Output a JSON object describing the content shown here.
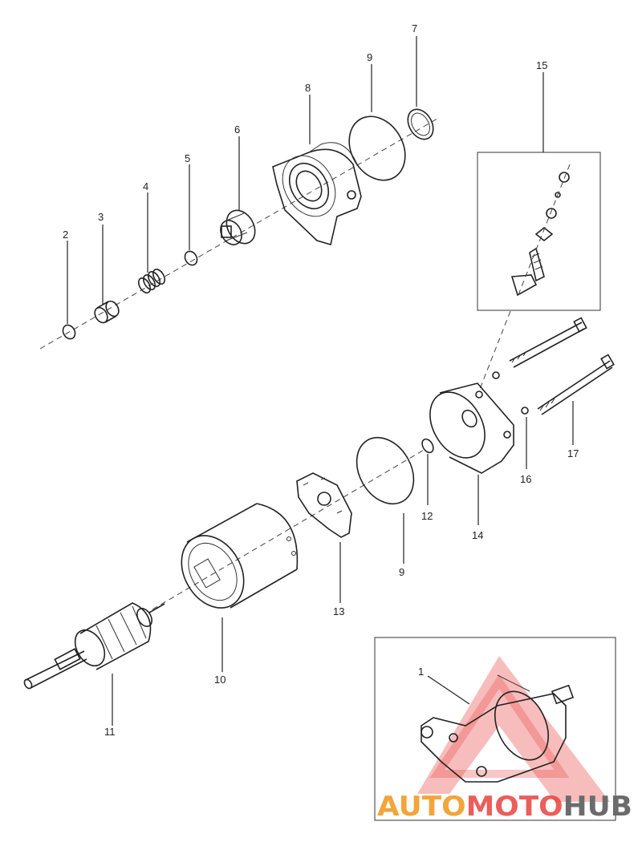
{
  "callouts": {
    "c1": "1",
    "c2": "2",
    "c3": "3",
    "c4": "4",
    "c5": "5",
    "c6": "6",
    "c7a": "7",
    "c8": "8",
    "c9a": "9",
    "c9b": "9",
    "c10": "10",
    "c11": "11",
    "c12": "12",
    "c13": "13",
    "c14": "14",
    "c15": "15",
    "c16": "16",
    "c17": "17"
  },
  "watermark": {
    "part1": "AUTO",
    "part2": "MOTO",
    "part3": "HUB"
  },
  "colors": {
    "line": "#222222",
    "watermark_red": "#e8423f",
    "watermark_orange": "#f2a53a",
    "watermark_gray": "#6b6b6b"
  }
}
